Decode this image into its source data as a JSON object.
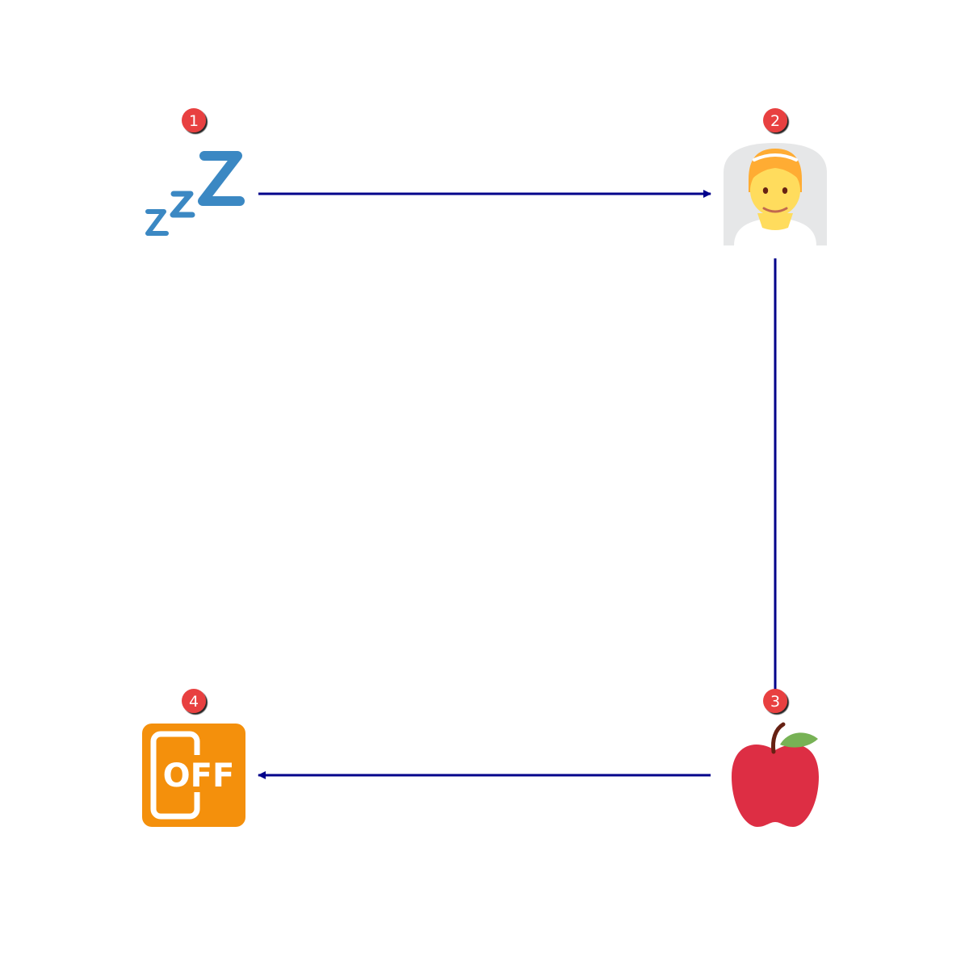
{
  "diagram": {
    "nodes": [
      {
        "id": "n1",
        "badge": "1",
        "icon": "zzz-sleep-icon"
      },
      {
        "id": "n2",
        "badge": "2",
        "icon": "bride-with-veil-icon"
      },
      {
        "id": "n3",
        "badge": "3",
        "icon": "red-apple-icon"
      },
      {
        "id": "n4",
        "badge": "4",
        "icon": "mobile-phone-off-icon",
        "icon_text": "OFF"
      }
    ],
    "edges": [
      {
        "from": "n1",
        "to": "n2"
      },
      {
        "from": "n2",
        "to": "n3"
      },
      {
        "from": "n3",
        "to": "n4"
      }
    ],
    "colors": {
      "arrow": "#00008b",
      "badge": "#e8413f",
      "zzz": "#3b88c3",
      "veil": "#e6e7e8",
      "skin": "#ffdc5d",
      "hair": "#ffac33",
      "apple": "#dd2e44",
      "leaf": "#77b255",
      "stem": "#662113",
      "phone_bg": "#f4900c"
    }
  }
}
